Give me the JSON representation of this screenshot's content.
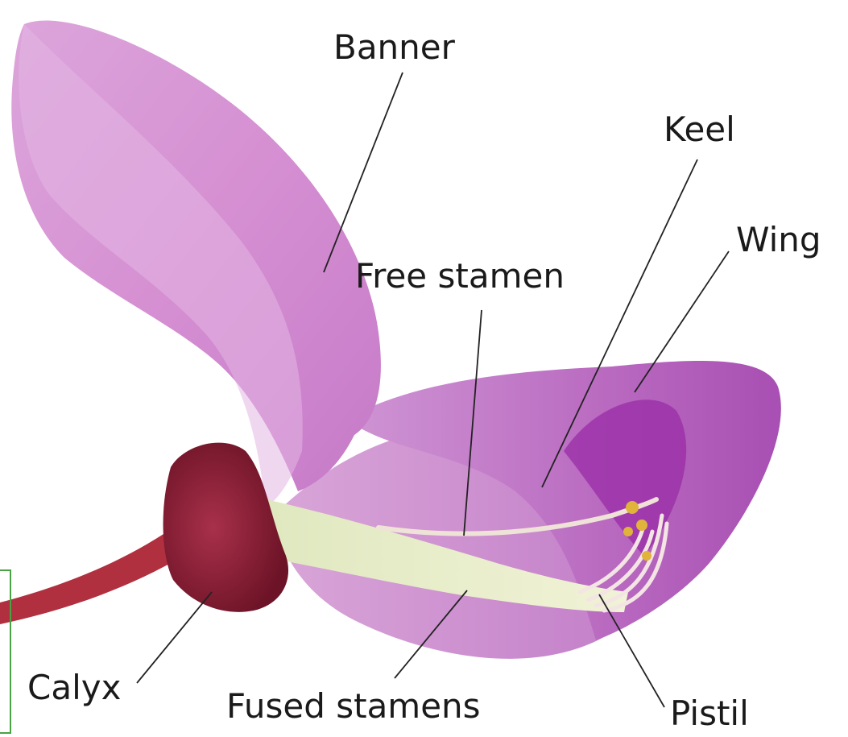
{
  "diagram": {
    "labels": {
      "banner": "Banner",
      "keel": "Keel",
      "wing": "Wing",
      "free_stamen": "Free stamen",
      "calyx": "Calyx",
      "fused_stamens": "Fused stamens",
      "pistil": "Pistil"
    }
  },
  "colors": {
    "petal_light": "#d89ad6",
    "petal_mid": "#c278c7",
    "petal_deep": "#9b2ea3",
    "calyx": "#8c1f35",
    "stem": "#b0303f",
    "stamen": "#e8ecbc",
    "frame": "#49a345"
  }
}
